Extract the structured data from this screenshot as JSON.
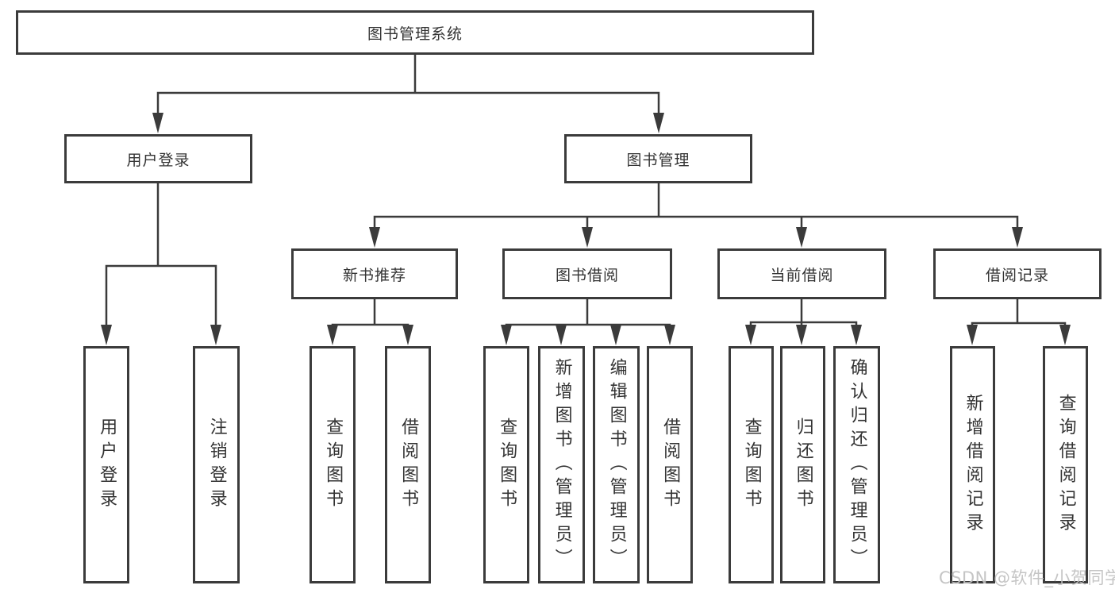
{
  "tree": {
    "root": {
      "label": "图书管理系统"
    },
    "user_login": {
      "label": "用户登录",
      "children": [
        {
          "label": "用户登录"
        },
        {
          "label": "注销登录"
        }
      ]
    },
    "book_mgmt": {
      "label": "图书管理",
      "modules": [
        {
          "label": "新书推荐",
          "children": [
            {
              "label": "查询图书"
            },
            {
              "label": "借阅图书"
            }
          ]
        },
        {
          "label": "图书借阅",
          "children": [
            {
              "label": "查询图书"
            },
            {
              "label": "新增图书（管理员）"
            },
            {
              "label": "编辑图书（管理员）"
            },
            {
              "label": "借阅图书"
            }
          ]
        },
        {
          "label": "当前借阅",
          "children": [
            {
              "label": "查询图书"
            },
            {
              "label": "归还图书"
            },
            {
              "label": "确认归还（管理员）"
            }
          ]
        },
        {
          "label": "借阅记录",
          "children": [
            {
              "label": "新增借阅记录"
            },
            {
              "label": "查询借阅记录"
            }
          ]
        }
      ]
    }
  },
  "watermark": {
    "text": "CSDN @软件_小贺同学"
  },
  "colors": {
    "line": "#3b3b3b",
    "text": "#333333",
    "watermark": "#c0c0c0",
    "background": "#ffffff"
  }
}
